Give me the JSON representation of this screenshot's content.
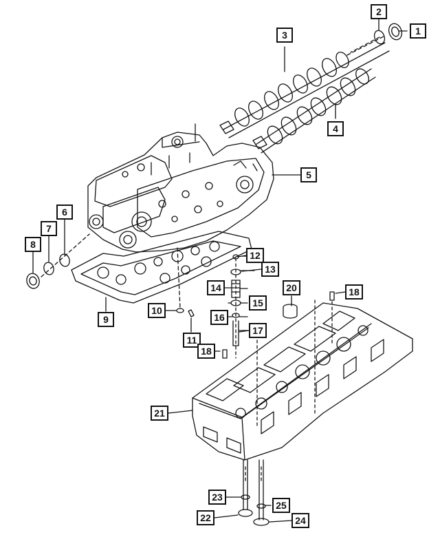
{
  "diagram": {
    "type": "exploded-parts-diagram",
    "callouts": [
      "1",
      "2",
      "3",
      "4",
      "5",
      "6",
      "7",
      "8",
      "9",
      "10",
      "11",
      "12",
      "13",
      "14",
      "15",
      "16",
      "17",
      "18",
      "18",
      "20",
      "21",
      "22",
      "23",
      "24",
      "25"
    ]
  },
  "colors": {
    "ink": "#111111",
    "background": "#ffffff"
  }
}
